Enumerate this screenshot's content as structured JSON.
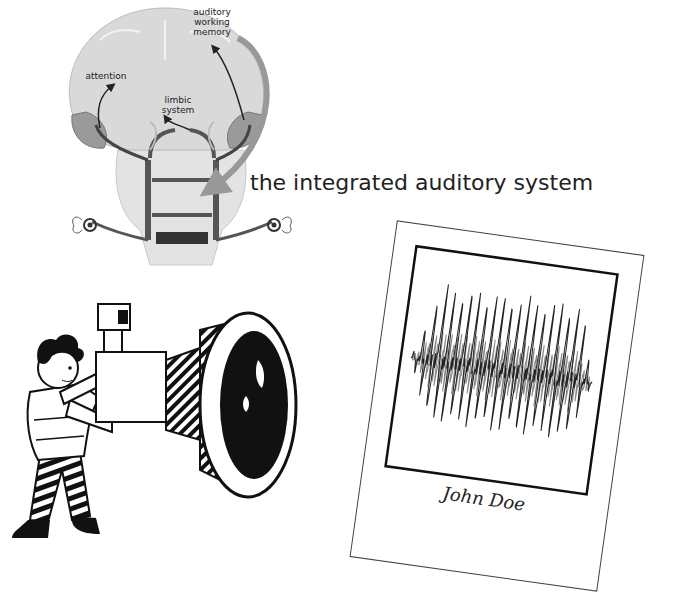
{
  "diagram": {
    "nodes": [
      {
        "text": [
          "John Doe"
        ]
      }
    ],
    "labels": [
      "attention",
      "auditory working memory",
      "limbic system",
      "the integrated auditory system"
    ]
  }
}
